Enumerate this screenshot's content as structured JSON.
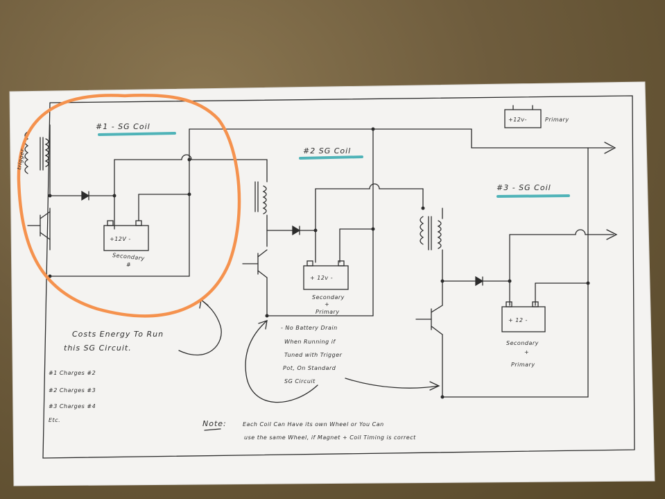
{
  "coil1": {
    "title": "#1 - SG Coil",
    "trigger_label": "trigger",
    "battery_label": "+12V -",
    "battery_caption": "Secondary",
    "battery_num": "#"
  },
  "coil2": {
    "title": "#2 SG Coil",
    "battery_label": "+ 12v -",
    "battery_caption_1": "Secondary",
    "battery_caption_2": "+",
    "battery_caption_3": "Primary"
  },
  "coil3": {
    "title": "#3 - SG Coil",
    "battery_label": "+ 12 -",
    "battery_caption_1": "Secondary",
    "battery_caption_2": "+",
    "battery_caption_3": "Primary"
  },
  "primary_battery": {
    "label": "+12v-",
    "caption": "Primary"
  },
  "annotations": {
    "cost_line_1": "Costs Energy To Run",
    "cost_line_2": "this SG Circuit.",
    "drain_line_1": "- No Battery Drain",
    "drain_line_2": "When Running if",
    "drain_line_3": "Tuned with Trigger",
    "drain_line_4": "Pot, On Standard",
    "drain_line_5": "SG Circuit",
    "charges": [
      "#1 Charges #2",
      "#2 Charges #3",
      "#3 Charges #4",
      "Etc."
    ],
    "note_label": "Note:",
    "note_line_1": "Each Coil Can Have its own Wheel or You Can",
    "note_line_2": "use the same Wheel, if Magnet + Coil Timing is correct"
  },
  "colors": {
    "paper": "#f4f3f1",
    "ink": "#2c2c2c",
    "highlight": "#4fb3b8",
    "circle": "#f5924e"
  }
}
